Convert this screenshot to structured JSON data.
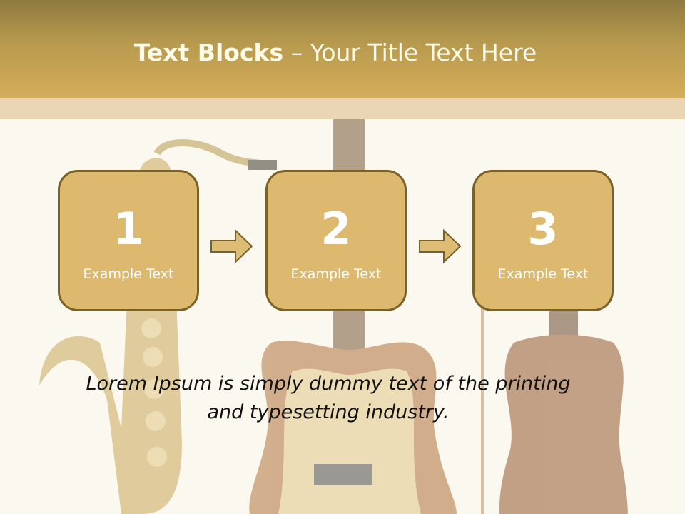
{
  "slide": {
    "title_bold": "Text Blocks",
    "title_sep": " – ",
    "title_rest": "Your Title Text Here"
  },
  "blocks": [
    {
      "number": "1",
      "label": "Example Text"
    },
    {
      "number": "2",
      "label": "Example Text"
    },
    {
      "number": "3",
      "label": "Example Text"
    }
  ],
  "body": {
    "line1": "Lorem Ipsum is simply dummy text of the printing",
    "line2": "and typesetting industry."
  },
  "colors": {
    "header_top": "#8e7a40",
    "header_bottom": "#d5ad5a",
    "block_fill": "#dcb96e",
    "block_border": "#7a6126",
    "background": "#fbf8ef"
  },
  "icons": [
    "saxophone-graphic",
    "guitar-graphic",
    "violin-graphic",
    "arrow-right-icon"
  ]
}
